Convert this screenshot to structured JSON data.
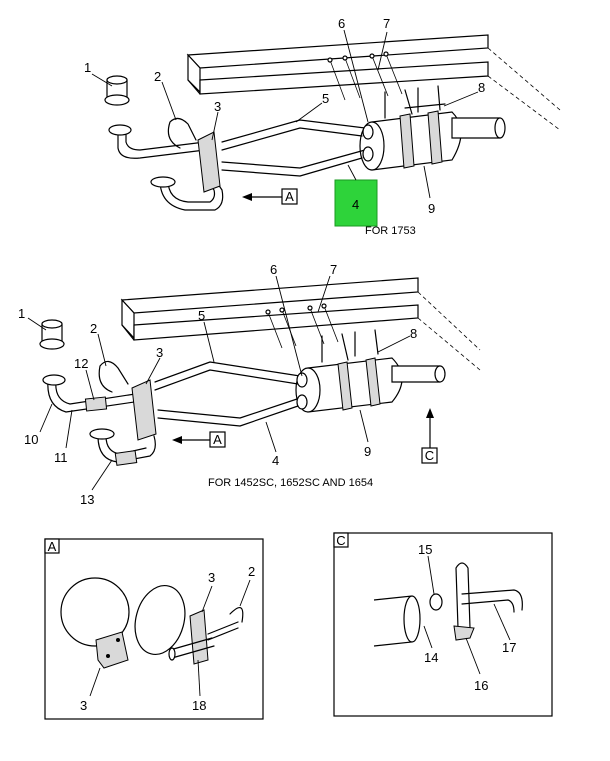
{
  "top_view": {
    "caption": "FOR 1753",
    "view_ref": "A",
    "callouts": {
      "c1": "1",
      "c2": "2",
      "c3": "3",
      "c4": "4",
      "c5": "5",
      "c6": "6",
      "c7": "7",
      "c8": "8",
      "c9": "9"
    },
    "highlight_color": "#2ed33a"
  },
  "middle_view": {
    "caption": "FOR 1452SC, 1652SC AND 1654",
    "view_ref_a": "A",
    "view_ref_c": "C",
    "callouts": {
      "c1": "1",
      "c2": "2",
      "c3": "3",
      "c4": "4",
      "c5": "5",
      "c6": "6",
      "c7": "7",
      "c8": "8",
      "c9": "9",
      "c10": "10",
      "c11": "11",
      "c12": "12",
      "c13": "13"
    }
  },
  "detail_a": {
    "label": "A",
    "callouts": {
      "c2": "2",
      "c3a": "3",
      "c3b": "3",
      "c18": "18"
    }
  },
  "detail_c": {
    "label": "C",
    "callouts": {
      "c14": "14",
      "c15": "15",
      "c16": "16",
      "c17": "17"
    }
  }
}
